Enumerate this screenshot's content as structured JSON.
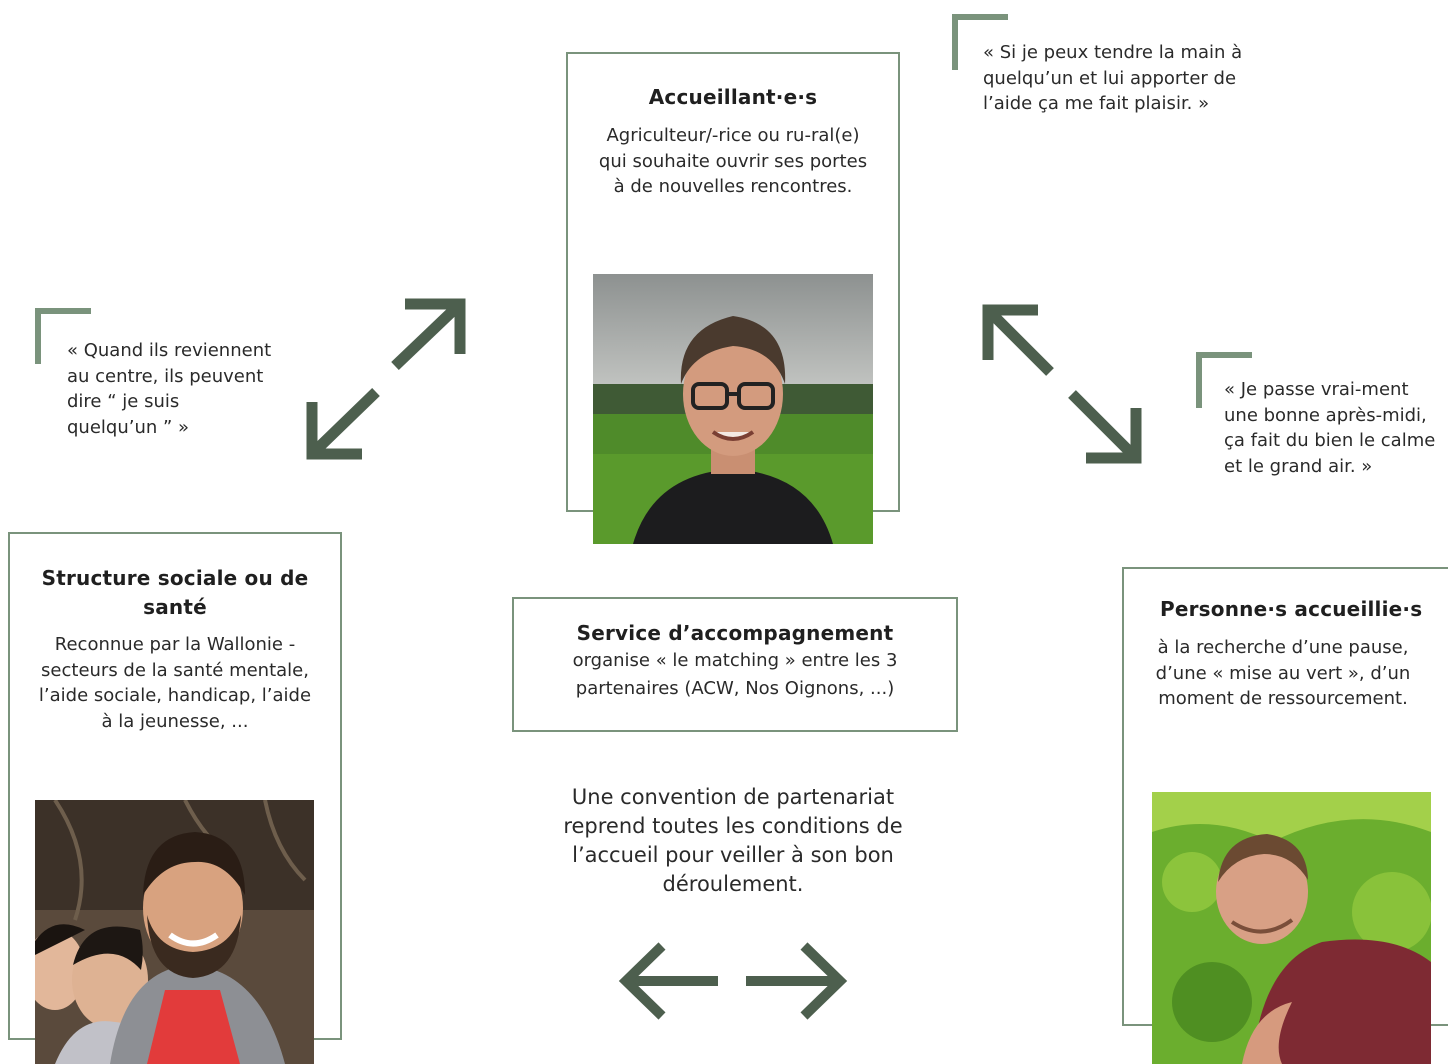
{
  "colors": {
    "accent": "#7a937c",
    "arrow": "#4d5f4e"
  },
  "accueillants": {
    "title": "Accueillant·e·s",
    "desc": "Agriculteur/-rice ou ru-ral(e) qui souhaite ouvrir ses portes à de nouvelles rencontres."
  },
  "structure": {
    "title": "Structure sociale ou de santé",
    "desc": "Reconnue par la Wallonie - secteurs de la santé mentale, l’aide sociale, handicap, l’aide à la jeunesse, ..."
  },
  "personnes": {
    "title": "Personne·s accueillie·s",
    "desc": "à la recherche d’une pause, d’une « mise au vert », d’un moment de ressourcement."
  },
  "service": {
    "title": "Service d’accompagnement",
    "desc": "organise « le matching » entre les 3 partenaires (ACW, Nos Oignons, ...)"
  },
  "quotes": {
    "top_right": "« Si je peux tendre la main à quelqu’un et lui apporter de l’aide ça me fait plaisir. »",
    "left": "« Quand ils reviennent au centre, ils peuvent dire “ je suis quelqu’un ” »",
    "right": "« Je passe vrai-ment une bonne après-midi, ça fait du bien le calme et le grand air. »"
  },
  "convention": "Une convention de partenariat reprend toutes les conditions de l’accueil pour veiller à son bon déroulement."
}
